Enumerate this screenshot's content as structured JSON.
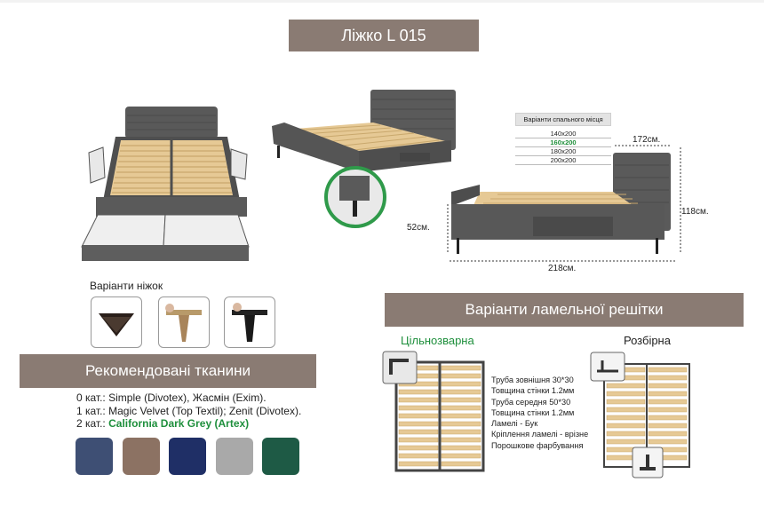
{
  "title": "Ліжко L 015",
  "sizes": {
    "header": "Варіанти спального місця",
    "options": [
      "140x200",
      "160x200",
      "180x200",
      "200x200"
    ],
    "highlighted_index": 1
  },
  "dimensions": {
    "width_top": "172см.",
    "height": "118см.",
    "leg_height": "52см.",
    "length": "218см."
  },
  "legs": {
    "title": "Варіанти ніжок"
  },
  "fabrics": {
    "banner": "Рекомендовані тканини",
    "cat0": "0 кат.: Simple (Divotex), Жасмін (Exim).",
    "cat1": "1 кат.: Magic Velvet (Top Textil); Zenit (Divotex).",
    "cat2_prefix": "2 кат.: ",
    "cat2_name": "California Dark Grey (Artex)",
    "swatch_colors": [
      "#3e4f74",
      "#8c7263",
      "#1f2f66",
      "#a9a9a9",
      "#1e5a45"
    ]
  },
  "slats": {
    "banner": "Варіанти ламельної решітки",
    "welded_label": "Цільнозварна",
    "welded_color": "#1e8f3c",
    "demountable_label": "Розбірна",
    "specs": [
      "Труба зовнішня 30*30",
      "Товщина стінки 1.2мм",
      "Труба середня 50*30",
      "Товщина стінки 1.2мм",
      "Ламелі - Бук",
      "Кріплення ламелі - врізне",
      "Порошкове фарбування"
    ]
  },
  "colors": {
    "banner": "#8a7b73",
    "upholstery": "#5a5a5a",
    "slat_wood": "#e6c995"
  }
}
